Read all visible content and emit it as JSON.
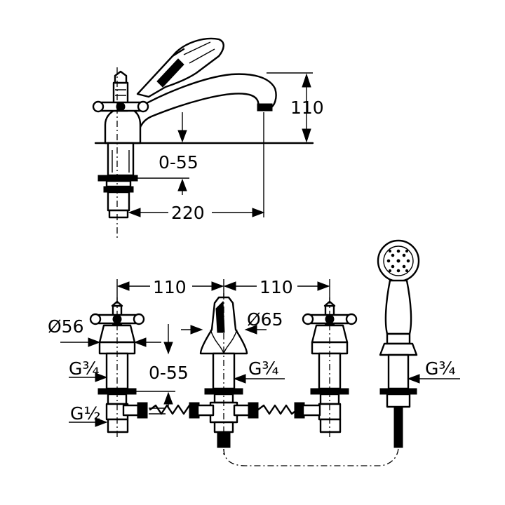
{
  "top_view": {
    "dim_height": "110",
    "dim_adjust": "0-55",
    "dim_reach": "220"
  },
  "bottom_view": {
    "dim_spacing_left": "110",
    "dim_spacing_right": "110",
    "dim_diameter_handle": "Ø56",
    "dim_diameter_spout": "Ø65",
    "thread_left": "G¾",
    "thread_center": "G¾",
    "thread_right": "G¾",
    "thread_inlet": "G½",
    "dim_adjust": "0-55"
  }
}
